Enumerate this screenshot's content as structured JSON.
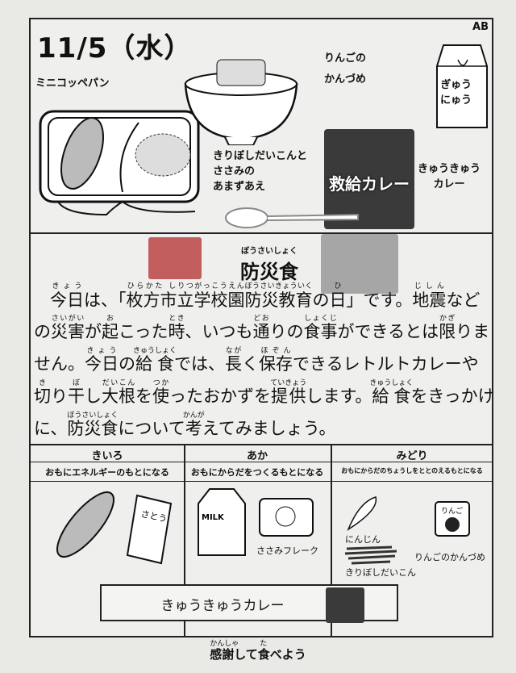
{
  "header": {
    "date": "11/5（水）",
    "code": "AB"
  },
  "menu": {
    "bread": "ミニコッペパン",
    "apple": [
      "りんごの",
      "かんづめ"
    ],
    "milk": [
      "ぎゅう",
      "にゅう"
    ],
    "salad": [
      "きりぼしだいこんと",
      "ささみの",
      "あまずあえ"
    ],
    "curry": [
      "きゅうきゅう",
      "カレー"
    ],
    "curry_pack": "救給カレー"
  },
  "section": {
    "title": "防災食",
    "title_ruby": "ぼうさいしょく"
  },
  "paragraph": [
    [
      [
        "今日",
        "きょう"
      ],
      [
        "は、「"
      ],
      [
        "枚方市",
        "ひらかた し"
      ],
      [
        "立学校園",
        "りつがっこうえん"
      ],
      [
        "防災教育",
        "ぼうさいきょういく"
      ],
      [
        "の"
      ],
      [
        "日",
        "ひ"
      ],
      [
        "」です。"
      ],
      [
        "地震",
        "じしん"
      ],
      [
        "など"
      ]
    ],
    [
      [
        "の"
      ],
      [
        "災害",
        "さいがい"
      ],
      [
        "が"
      ],
      [
        "起",
        "お"
      ],
      [
        "こった"
      ],
      [
        "時",
        "とき"
      ],
      [
        "、いつも"
      ],
      [
        "通",
        "どお"
      ],
      [
        "りの"
      ],
      [
        "食事",
        "しょくじ"
      ],
      [
        "ができるとは"
      ],
      [
        "限",
        "かぎ"
      ],
      [
        "りま"
      ]
    ],
    [
      [
        "せん。"
      ],
      [
        "今日",
        "きょう"
      ],
      [
        "の"
      ],
      [
        "給食",
        "きゅうしょく"
      ],
      [
        "では、"
      ],
      [
        "長",
        "なが"
      ],
      [
        "く"
      ],
      [
        "保存",
        "ほぞん"
      ],
      [
        "できるレトルトカレーや"
      ]
    ],
    [
      [
        "切",
        "き"
      ],
      [
        "り"
      ],
      [
        "干",
        "ぼ"
      ],
      [
        "し"
      ],
      [
        "大根",
        "だいこん"
      ],
      [
        "を"
      ],
      [
        "使",
        "つか"
      ],
      [
        "ったおかずを"
      ],
      [
        "提供",
        "ていきょう"
      ],
      [
        "します。"
      ],
      [
        "給食",
        "きゅうしょく"
      ],
      [
        "をきっかけ"
      ]
    ],
    [
      [
        "に、"
      ],
      [
        "防災食",
        "ぼうさいしょく"
      ],
      [
        "について"
      ],
      [
        "考",
        "かんが"
      ],
      [
        "えてみましょう。"
      ]
    ]
  ],
  "groups": [
    {
      "name": "きいろ",
      "desc": "おもにエネルギーのもとになる",
      "items": []
    },
    {
      "name": "あか",
      "desc": "おもにからだをつくるもとになる",
      "items": [
        "ささみフレーク"
      ]
    },
    {
      "name": "みどり",
      "desc": "おもにからだのちょうしをととのえるもとになる",
      "items": [
        "にんじん",
        "りんごのかんづめ",
        "きりぼしだいこん"
      ],
      "can_label": "りんご"
    }
  ],
  "milk_label": "MILK",
  "sugar_label": "さとう",
  "curry_box": "きゅうきゅうカレー",
  "footer": {
    "text": "感謝して食べよう",
    "ruby1": "かんしゃ",
    "ruby2": "た"
  }
}
